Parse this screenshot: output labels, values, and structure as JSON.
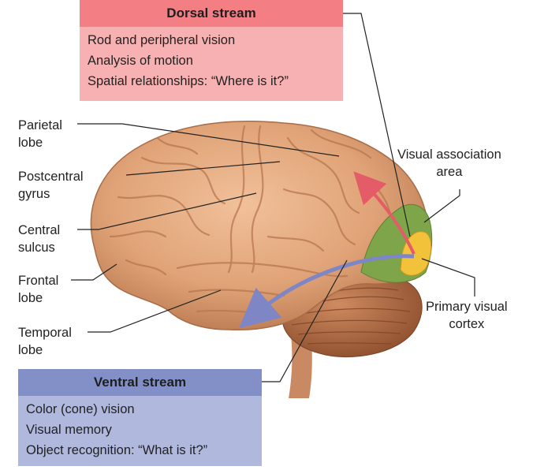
{
  "dorsal_stream": {
    "title": "Dorsal stream",
    "items": [
      "Rod and peripheral vision",
      "Analysis of motion",
      "Spatial relationships: “Where is it?”"
    ],
    "header_color": "#f37f84",
    "body_color": "#f8b1b2"
  },
  "ventral_stream": {
    "title": "Ventral stream",
    "items": [
      "Color (cone) vision",
      "Visual memory",
      "Object recognition: “What is it?”"
    ],
    "header_color": "#8390c8",
    "body_color": "#b0b8de"
  },
  "labels": {
    "parietal_lobe": "Parietal\nlobe",
    "postcentral_gyrus": "Postcentral\ngyrus",
    "central_sulcus": "Central\nsulcus",
    "frontal_lobe": "Frontal\nlobe",
    "temporal_lobe": "Temporal\nlobe",
    "visual_association_area": "Visual association\narea",
    "primary_visual_cortex": "Primary visual\ncortex"
  },
  "colors": {
    "brain": "#e0a377",
    "cerebellum": "#b8724a",
    "visual_association": "#7fa54a",
    "primary_visual": "#f2c23a",
    "dorsal_arrow": "#e35c68",
    "ventral_arrow": "#7f86c6"
  }
}
